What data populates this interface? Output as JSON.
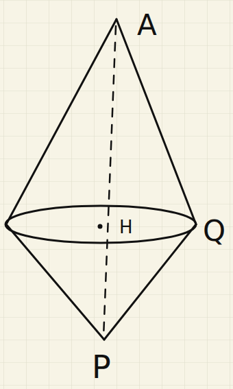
{
  "diagram": {
    "labels": [
      "A",
      "H",
      "Q",
      "P"
    ]
  }
}
